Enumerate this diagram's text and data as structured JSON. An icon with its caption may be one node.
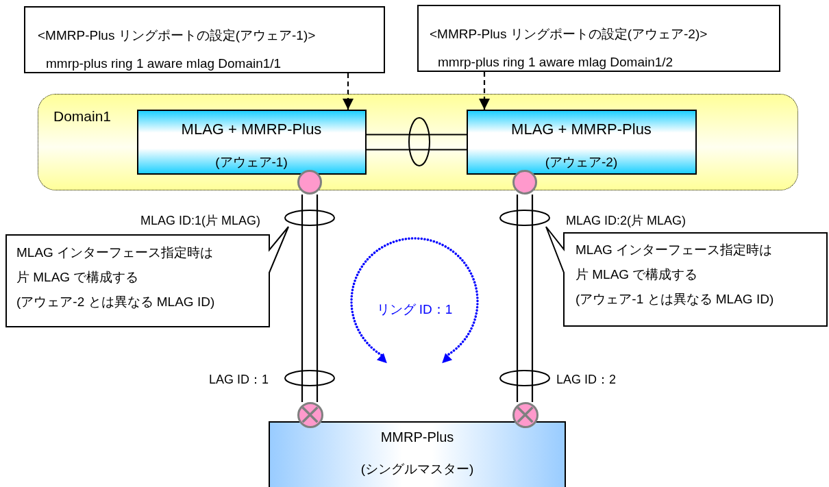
{
  "diagram": {
    "nodes": [
      {
        "text": [
          "<MMRP-Plus リングポートの設定(アウェア-1)>",
          "mmrp-plus ring 1 aware mlag Domain1/1"
        ]
      },
      {
        "text": [
          "<MMRP-Plus リングポートの設定(アウェア-2)>",
          "mmrp-plus ring 1 aware mlag Domain1/2"
        ]
      },
      {
        "text": [
          "Domain1"
        ]
      },
      {
        "text": [
          "MLAG + MMRP-Plus",
          "(アウェア-1)"
        ],
        "in": 2
      },
      {
        "text": [
          "MLAG + MMRP-Plus",
          "(アウェア-2)"
        ],
        "in": 2
      },
      {
        "text": [],
        "shape": "circle"
      },
      {
        "text": [],
        "shape": "circle"
      },
      {
        "text": [],
        "shape": "circle"
      },
      {
        "text": [],
        "shape": "circle"
      },
      {
        "text": [
          "MMRP-Plus",
          "(シングルマスター)"
        ]
      },
      {
        "text": [
          "MLAG インターフェース指定時は",
          "片 MLAG で構成する",
          "(アウェア-2 とは異なる MLAG ID)"
        ]
      },
      {
        "text": [
          "MLAG インターフェース指定時は",
          "片 MLAG で構成する",
          "(アウェア-1 とは異なる MLAG ID)"
        ]
      }
    ],
    "edges": [
      {
        "from": 0,
        "to": 3,
        "arrow": "to",
        "style": "dashed"
      },
      {
        "from": 1,
        "to": 4,
        "arrow": "to",
        "style": "dashed"
      },
      {
        "from": 3,
        "to": 4,
        "arrow": "none"
      },
      {
        "from": 5,
        "to": 7,
        "arrow": "none"
      },
      {
        "from": 6,
        "to": 8,
        "arrow": "none"
      }
    ],
    "labels": [
      "MLAG ID:1(片 MLAG)",
      "MLAG ID:2(片 MLAG)",
      "リング ID：1",
      "LAG ID：1",
      "LAG ID：2"
    ]
  }
}
